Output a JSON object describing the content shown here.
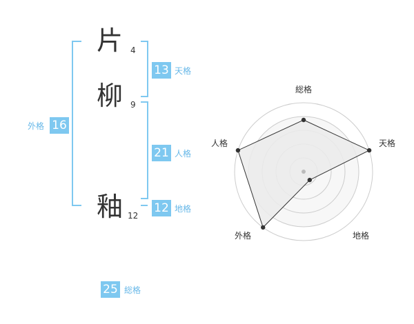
{
  "name": {
    "chars": [
      {
        "char": "片",
        "strokes": "4"
      },
      {
        "char": "柳",
        "strokes": "9"
      },
      {
        "char": "釉",
        "strokes": "12"
      }
    ]
  },
  "kaku": {
    "tenkaku": {
      "value": "13",
      "label": "天格"
    },
    "jinkaku": {
      "value": "21",
      "label": "人格"
    },
    "chikaku": {
      "value": "12",
      "label": "地格"
    },
    "gaikaku": {
      "value": "16",
      "label": "外格"
    },
    "soukaku": {
      "value": "25",
      "label": "総格"
    }
  },
  "colors": {
    "accent": "#7ec8f0",
    "bracket": "#7ec8f0",
    "text": "#333333"
  },
  "chart_data": {
    "type": "radar",
    "axes": [
      "総格",
      "天格",
      "地格",
      "外格",
      "人格"
    ],
    "values": [
      0.75,
      1.0,
      0.15,
      1.0,
      1.0
    ],
    "scale_min": 0,
    "scale_max": 1,
    "rings": 4
  }
}
